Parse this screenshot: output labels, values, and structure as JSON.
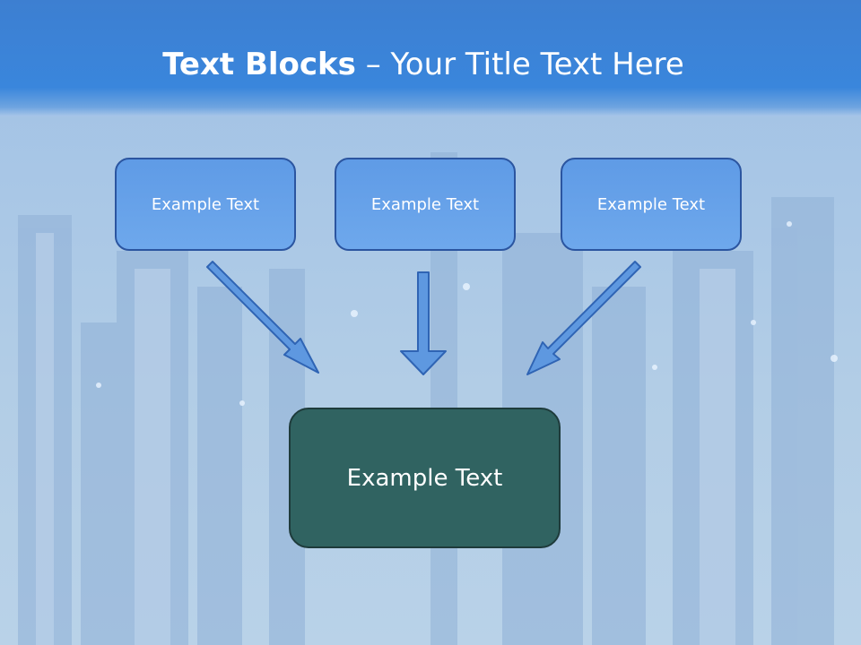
{
  "title": {
    "bold": "Text Blocks",
    "separator": " – ",
    "rest": "Your Title Text Here"
  },
  "blocks": [
    "Example Text",
    "Example Text",
    "Example Text"
  ],
  "center_block": "Example Text",
  "colors": {
    "header": "#3a86dc",
    "block_fill": "#6ea8ec",
    "block_border": "#2b55a0",
    "center_fill": "#306361",
    "arrow": "#5e98e0"
  }
}
